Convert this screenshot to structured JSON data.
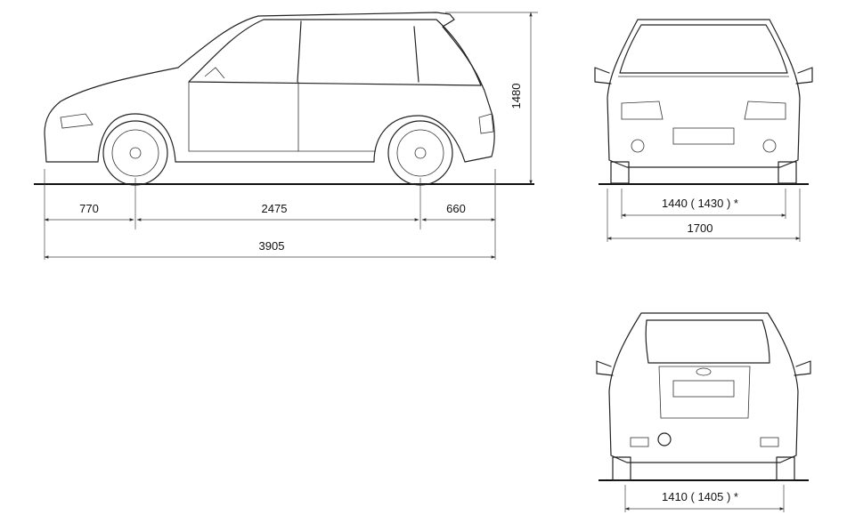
{
  "dimensions": {
    "front_overhang": "770",
    "wheelbase": "2475",
    "rear_overhang": "660",
    "length": "3905",
    "height": "1480",
    "front_track": "1440 ( 1430 ) *",
    "width": "1700",
    "rear_track": "1410 ( 1405 ) *"
  },
  "colors": {
    "line": "#222222",
    "background": "#ffffff"
  }
}
